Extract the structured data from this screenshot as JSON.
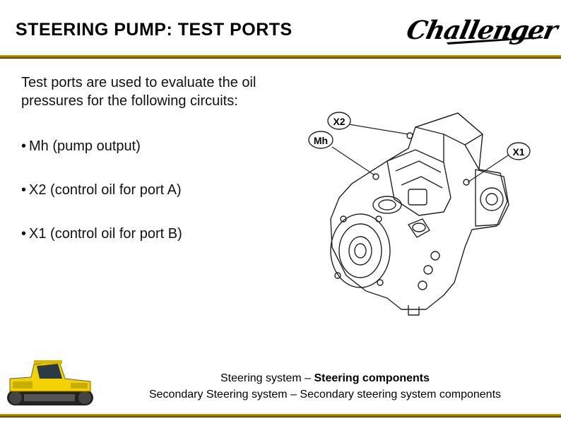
{
  "header": {
    "title": "STEERING PUMP: TEST PORTS",
    "logo_text": "Challenger"
  },
  "intro": "Test ports are used to evaluate the oil pressures for the following circuits:",
  "bullets": [
    "Mh (pump output)",
    "X2 (control oil for port A)",
    "X1 (control oil for port B)"
  ],
  "diagram": {
    "callouts": [
      "X2",
      "Mh",
      "X1"
    ]
  },
  "footer": {
    "line1_prefix": "Steering system – ",
    "line1_bold": "Steering components",
    "line2": "Secondary Steering system – Secondary steering system components"
  },
  "colors": {
    "rule_gold": "#c9a400",
    "tractor_yellow": "#f2d200"
  }
}
